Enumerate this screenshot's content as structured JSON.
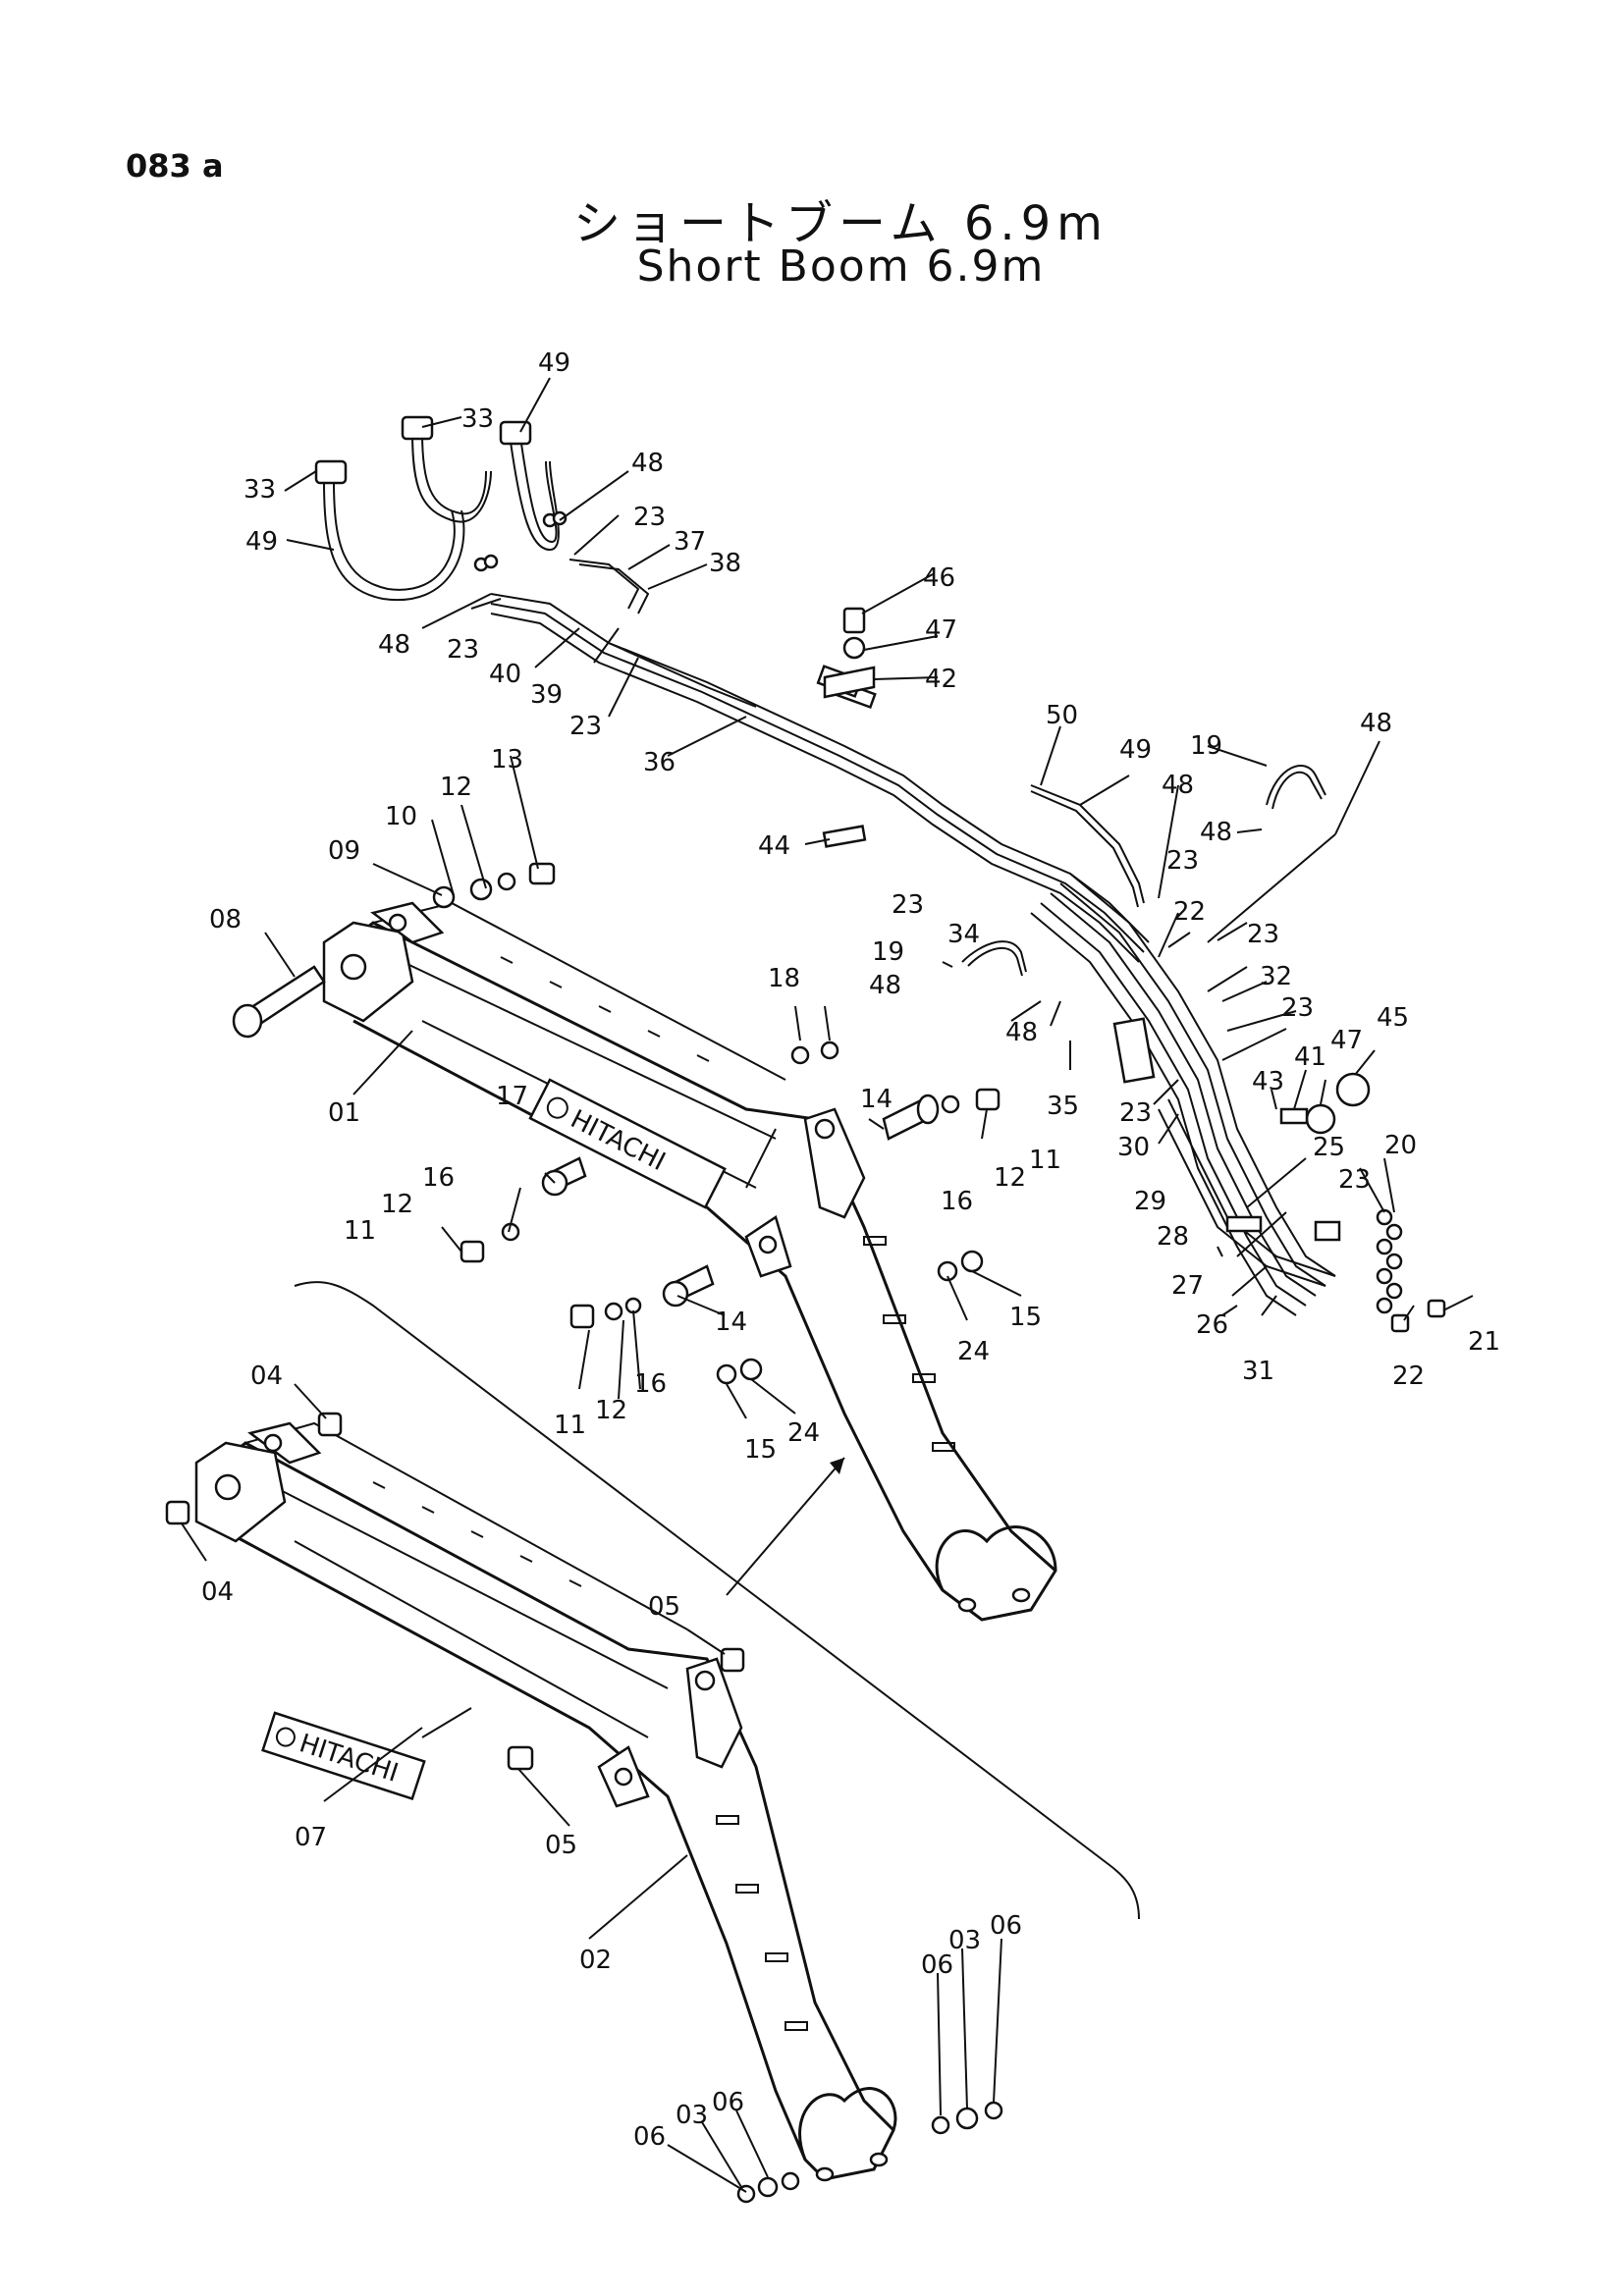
{
  "page_code": "083 a",
  "title_jp": "ショートブーム 6.9m",
  "title_en": "Short Boom 6.9m",
  "brand_plate_text": "HITACHI",
  "labels": [
    {
      "id": "l49a",
      "text": "49"
    },
    {
      "id": "l33a",
      "text": "33"
    },
    {
      "id": "l33b",
      "text": "33"
    },
    {
      "id": "l48a",
      "text": "48"
    },
    {
      "id": "l49b",
      "text": "49"
    },
    {
      "id": "l23a",
      "text": "23"
    },
    {
      "id": "l37",
      "text": "37"
    },
    {
      "id": "l38",
      "text": "38"
    },
    {
      "id": "l48b",
      "text": "48"
    },
    {
      "id": "l23b",
      "text": "23"
    },
    {
      "id": "l40",
      "text": "40"
    },
    {
      "id": "l39",
      "text": "39"
    },
    {
      "id": "l23c",
      "text": "23"
    },
    {
      "id": "l46",
      "text": "46"
    },
    {
      "id": "l47a",
      "text": "47"
    },
    {
      "id": "l42",
      "text": "42"
    },
    {
      "id": "l36",
      "text": "36"
    },
    {
      "id": "l50",
      "text": "50"
    },
    {
      "id": "l49c",
      "text": "49"
    },
    {
      "id": "l19a",
      "text": "19"
    },
    {
      "id": "l48c",
      "text": "48"
    },
    {
      "id": "l48d",
      "text": "48"
    },
    {
      "id": "l13",
      "text": "13"
    },
    {
      "id": "l12a",
      "text": "12"
    },
    {
      "id": "l10",
      "text": "10"
    },
    {
      "id": "l09",
      "text": "09"
    },
    {
      "id": "l44",
      "text": "44"
    },
    {
      "id": "l48e",
      "text": "48"
    },
    {
      "id": "l23d",
      "text": "23"
    },
    {
      "id": "l08",
      "text": "08"
    },
    {
      "id": "l23e",
      "text": "23"
    },
    {
      "id": "l22a",
      "text": "22"
    },
    {
      "id": "l34",
      "text": "34"
    },
    {
      "id": "l23f",
      "text": "23"
    },
    {
      "id": "l19b",
      "text": "19"
    },
    {
      "id": "l48f",
      "text": "48"
    },
    {
      "id": "l32",
      "text": "32"
    },
    {
      "id": "l18",
      "text": "18"
    },
    {
      "id": "l48g",
      "text": "48"
    },
    {
      "id": "l23g",
      "text": "23"
    },
    {
      "id": "l45",
      "text": "45"
    },
    {
      "id": "l47b",
      "text": "47"
    },
    {
      "id": "l41",
      "text": "41"
    },
    {
      "id": "l43",
      "text": "43"
    },
    {
      "id": "l01",
      "text": "01"
    },
    {
      "id": "l14a",
      "text": "14"
    },
    {
      "id": "l11a",
      "text": "11"
    },
    {
      "id": "l35",
      "text": "35"
    },
    {
      "id": "l23h",
      "text": "23"
    },
    {
      "id": "l30",
      "text": "30"
    },
    {
      "id": "l25",
      "text": "25"
    },
    {
      "id": "l20",
      "text": "20"
    },
    {
      "id": "l17",
      "text": "17"
    },
    {
      "id": "l12b",
      "text": "12"
    },
    {
      "id": "l16a",
      "text": "16"
    },
    {
      "id": "l29",
      "text": "29"
    },
    {
      "id": "l23i",
      "text": "23"
    },
    {
      "id": "l16b",
      "text": "16"
    },
    {
      "id": "l12c",
      "text": "12"
    },
    {
      "id": "l11b",
      "text": "11"
    },
    {
      "id": "l28",
      "text": "28"
    },
    {
      "id": "l27",
      "text": "27"
    },
    {
      "id": "l26",
      "text": "26"
    },
    {
      "id": "l21",
      "text": "21"
    },
    {
      "id": "l14b",
      "text": "14"
    },
    {
      "id": "l15a",
      "text": "15"
    },
    {
      "id": "l24a",
      "text": "24"
    },
    {
      "id": "l31",
      "text": "31"
    },
    {
      "id": "l22b",
      "text": "22"
    },
    {
      "id": "l11c",
      "text": "11"
    },
    {
      "id": "l12d",
      "text": "12"
    },
    {
      "id": "l16c",
      "text": "16"
    },
    {
      "id": "l15b",
      "text": "15"
    },
    {
      "id": "l24b",
      "text": "24"
    },
    {
      "id": "l04a",
      "text": "04"
    },
    {
      "id": "l04b",
      "text": "04"
    },
    {
      "id": "l05a",
      "text": "05"
    },
    {
      "id": "l05b",
      "text": "05"
    },
    {
      "id": "l07",
      "text": "07"
    },
    {
      "id": "l02",
      "text": "02"
    },
    {
      "id": "l06a",
      "text": "06"
    },
    {
      "id": "l03a",
      "text": "03"
    },
    {
      "id": "l06b",
      "text": "06"
    },
    {
      "id": "l06c",
      "text": "06"
    },
    {
      "id": "l03b",
      "text": "03"
    },
    {
      "id": "l06d",
      "text": "06"
    }
  ]
}
